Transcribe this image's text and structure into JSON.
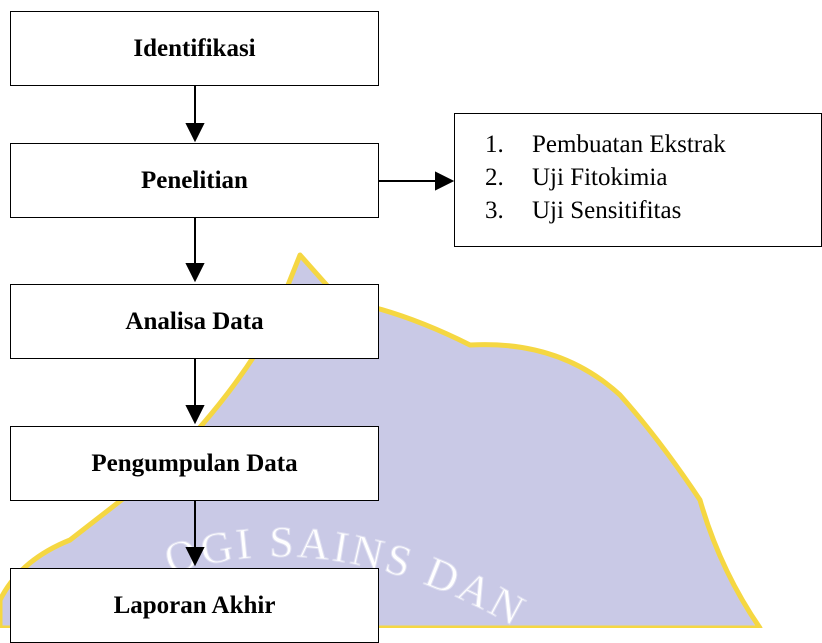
{
  "flow": {
    "step1": "Identifikasi",
    "step2": "Penelitian",
    "step3": "Analisa Data",
    "step4": "Pengumpulan Data",
    "step5": "Laporan Akhir"
  },
  "detail_list": {
    "items": [
      {
        "num": "1.",
        "text": "Pembuatan Ekstrak"
      },
      {
        "num": "2.",
        "text": "Uji Fitokimia"
      },
      {
        "num": "3.",
        "text": "Uji Sensitifitas"
      }
    ]
  },
  "watermark": {
    "text": "OGI SAINS DAN",
    "fill_color": "#c9c9e6",
    "outline_color": "#f5d742"
  }
}
